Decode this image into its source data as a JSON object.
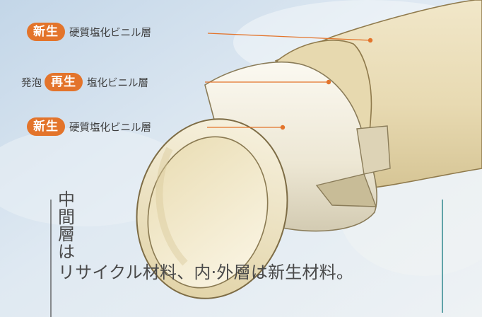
{
  "labels": {
    "layer1": {
      "badge": "新生",
      "text": "硬質塩化ビニル層"
    },
    "layer2": {
      "prefix": "発泡",
      "badge": "再生",
      "text": "塩化ビニル層"
    },
    "layer3": {
      "badge": "新生",
      "text": "硬質塩化ビニル層"
    }
  },
  "caption": {
    "vertical": [
      "中",
      "間",
      "層",
      "は"
    ],
    "horizontal": "リサイクル材料、内·外層は新生材料。"
  },
  "colors": {
    "accent": "#e3742b",
    "sky": "#c9dced",
    "pipe": "#ece1c1",
    "caption_text": "#4a4a4a",
    "teal_line": "#3d8f95"
  }
}
